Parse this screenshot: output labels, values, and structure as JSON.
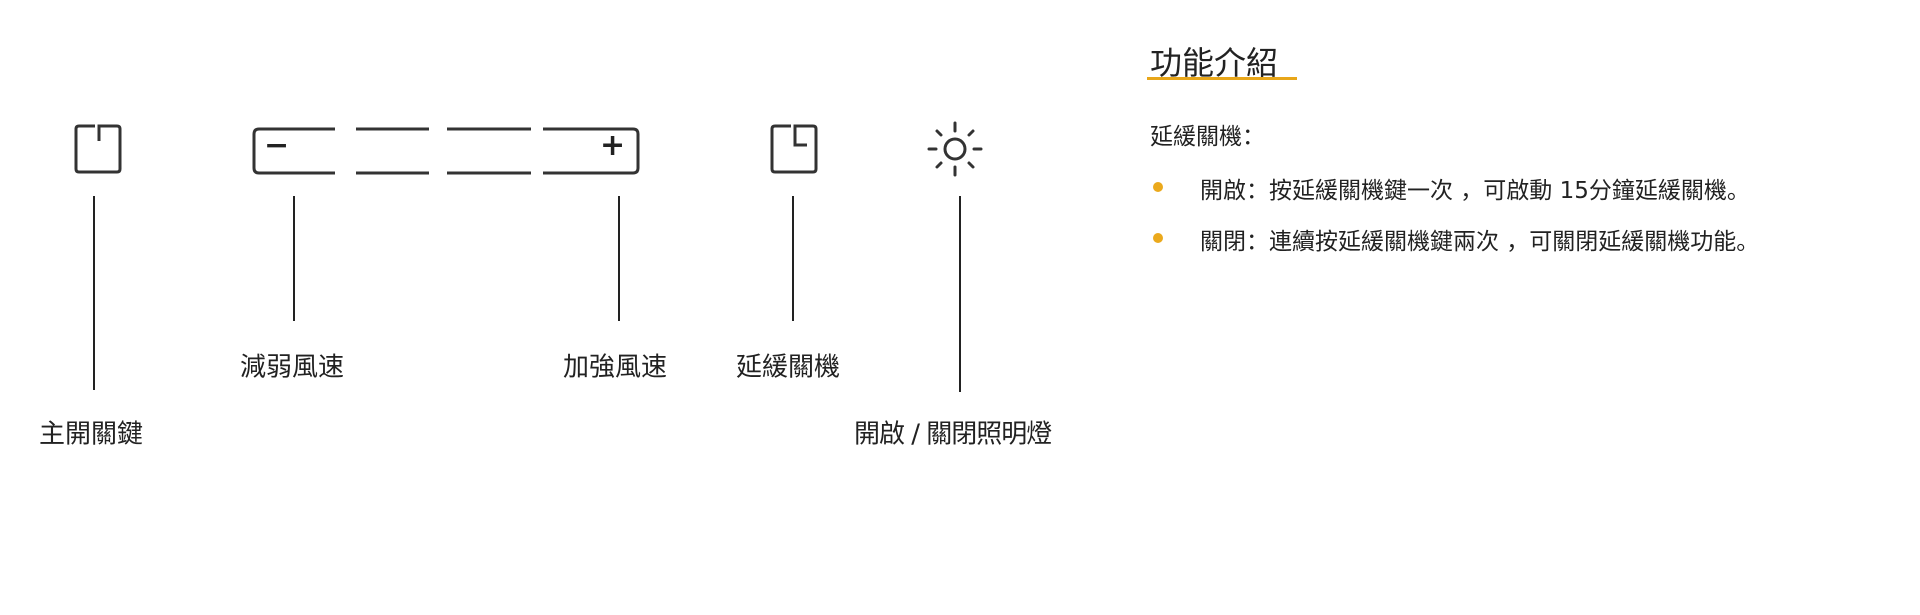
{
  "diagram": {
    "labels": {
      "main_power": "主開關鍵",
      "decrease_speed": "減弱風速",
      "increase_speed": "加強風速",
      "delay_off": "延緩關機",
      "light_toggle": "開啟 / 關閉照明燈"
    },
    "slider_symbols": {
      "minus": "−",
      "plus": "+"
    }
  },
  "info": {
    "title": "功能介紹",
    "subheading": "延緩關機：",
    "bullets": [
      "開啟：按延緩關機鍵一次 ，可啟動 15分鐘延緩關機。",
      "關閉：連續按延緩關機鍵兩次 ，可關閉延緩關機功能。"
    ],
    "accent_color": "#e8a619"
  }
}
